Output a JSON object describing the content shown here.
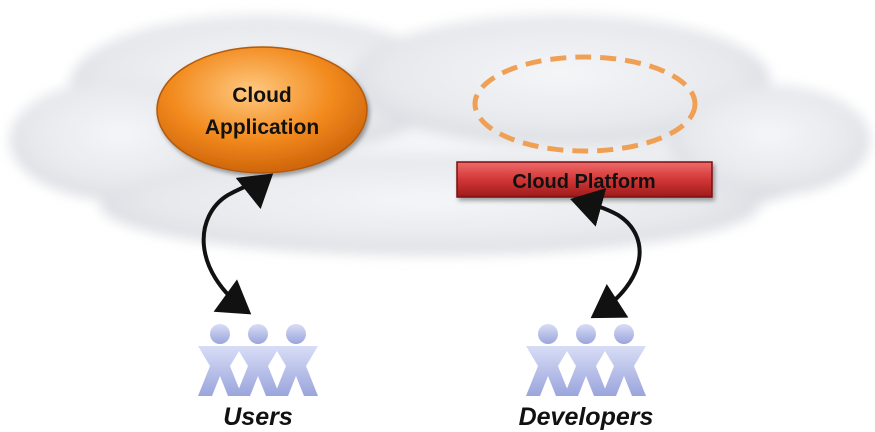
{
  "nodes": {
    "cloud_application": {
      "line1": "Cloud",
      "line2": "Application"
    },
    "cloud_platform": {
      "label": "Cloud Platform"
    }
  },
  "groups": {
    "users": {
      "label": "Users"
    },
    "developers": {
      "label": "Developers"
    }
  },
  "connections": [
    {
      "from": "users",
      "to": "cloud_application",
      "type": "bidirectional"
    },
    {
      "from": "developers",
      "to": "cloud_platform",
      "type": "bidirectional"
    }
  ],
  "colors": {
    "application_fill": "#f28a1e",
    "platform_fill": "#cc2f2f",
    "dashed_outline": "#f0a055",
    "arrow": "#111111",
    "person_fill": "#b7c0ea"
  }
}
